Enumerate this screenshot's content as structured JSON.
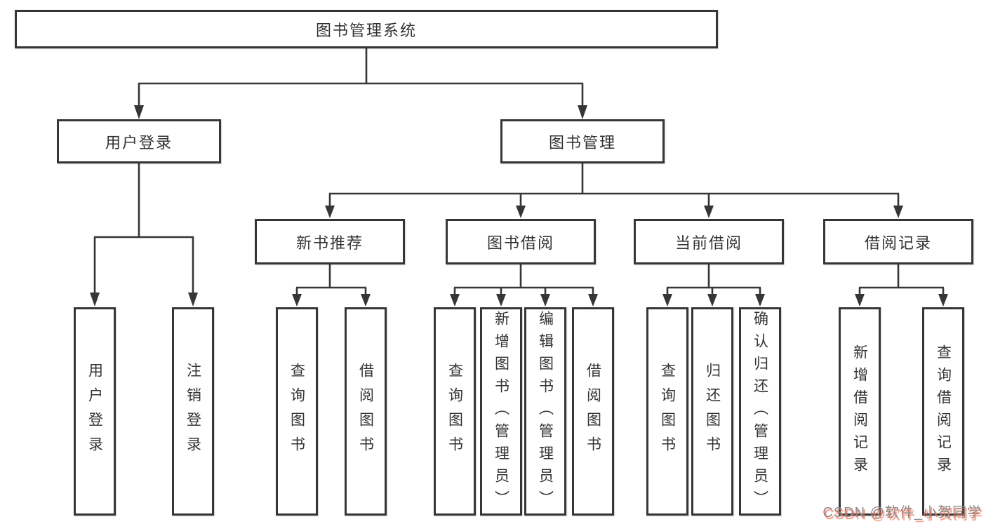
{
  "diagram": {
    "root": {
      "label": "图书管理系统",
      "children": [
        {
          "label": "用户登录",
          "children": [
            {
              "label": "用户登录"
            },
            {
              "label": "注销登录"
            }
          ]
        },
        {
          "label": "图书管理",
          "children": [
            {
              "label": "新书推荐",
              "children": [
                {
                  "label": "查询图书"
                },
                {
                  "label": "借阅图书"
                }
              ]
            },
            {
              "label": "图书借阅",
              "children": [
                {
                  "label": "查询图书"
                },
                {
                  "label": "新增图书（管理员）"
                },
                {
                  "label": "编辑图书（管理员）"
                },
                {
                  "label": "借阅图书"
                }
              ]
            },
            {
              "label": "当前借阅",
              "children": [
                {
                  "label": "查询图书"
                },
                {
                  "label": "归还图书"
                },
                {
                  "label": "确认归还（管理员）"
                }
              ]
            },
            {
              "label": "借阅记录",
              "children": [
                {
                  "label": "新增借阅记录"
                },
                {
                  "label": "查询借阅记录"
                }
              ]
            }
          ]
        }
      ]
    }
  },
  "watermark": {
    "text": "CSDN @软件_小贺同学"
  },
  "colors": {
    "background": "#ffffff",
    "text": "#333333",
    "box_border": "#363636",
    "line": "#363636",
    "watermark": "#8c8c8c",
    "watermark_accent": "rgba(252,85,49,0.75)"
  }
}
